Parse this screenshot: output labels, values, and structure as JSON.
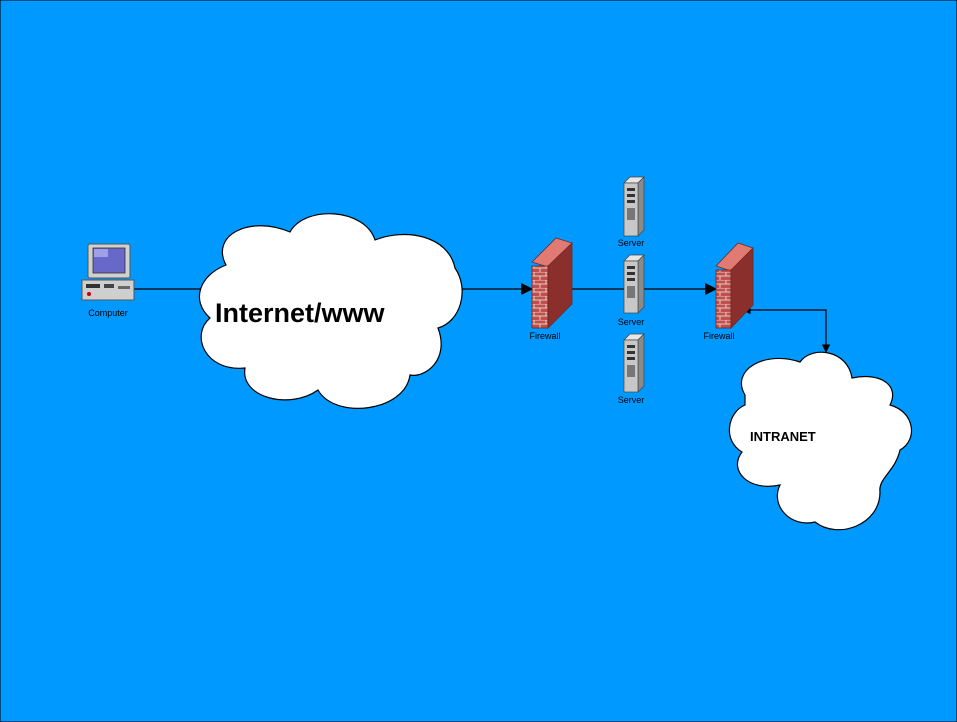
{
  "diagram": {
    "background": "#0099ff",
    "computer_label": "Computer",
    "internet_label": "Internet/www",
    "firewall_left_label": "Firewall",
    "firewall_right_label": "Firewall",
    "server_top_label": "Server",
    "server_mid_label": "Server",
    "server_bottom_label": "Server",
    "intranet_label": "INTRANET",
    "colors": {
      "cloud_fill": "#ffffff",
      "brick": "#c0504d",
      "brick_dark": "#8b2f2c",
      "mortar": "#e8c8c0",
      "server_body": "#c8c8c8",
      "line": "#000000"
    }
  }
}
